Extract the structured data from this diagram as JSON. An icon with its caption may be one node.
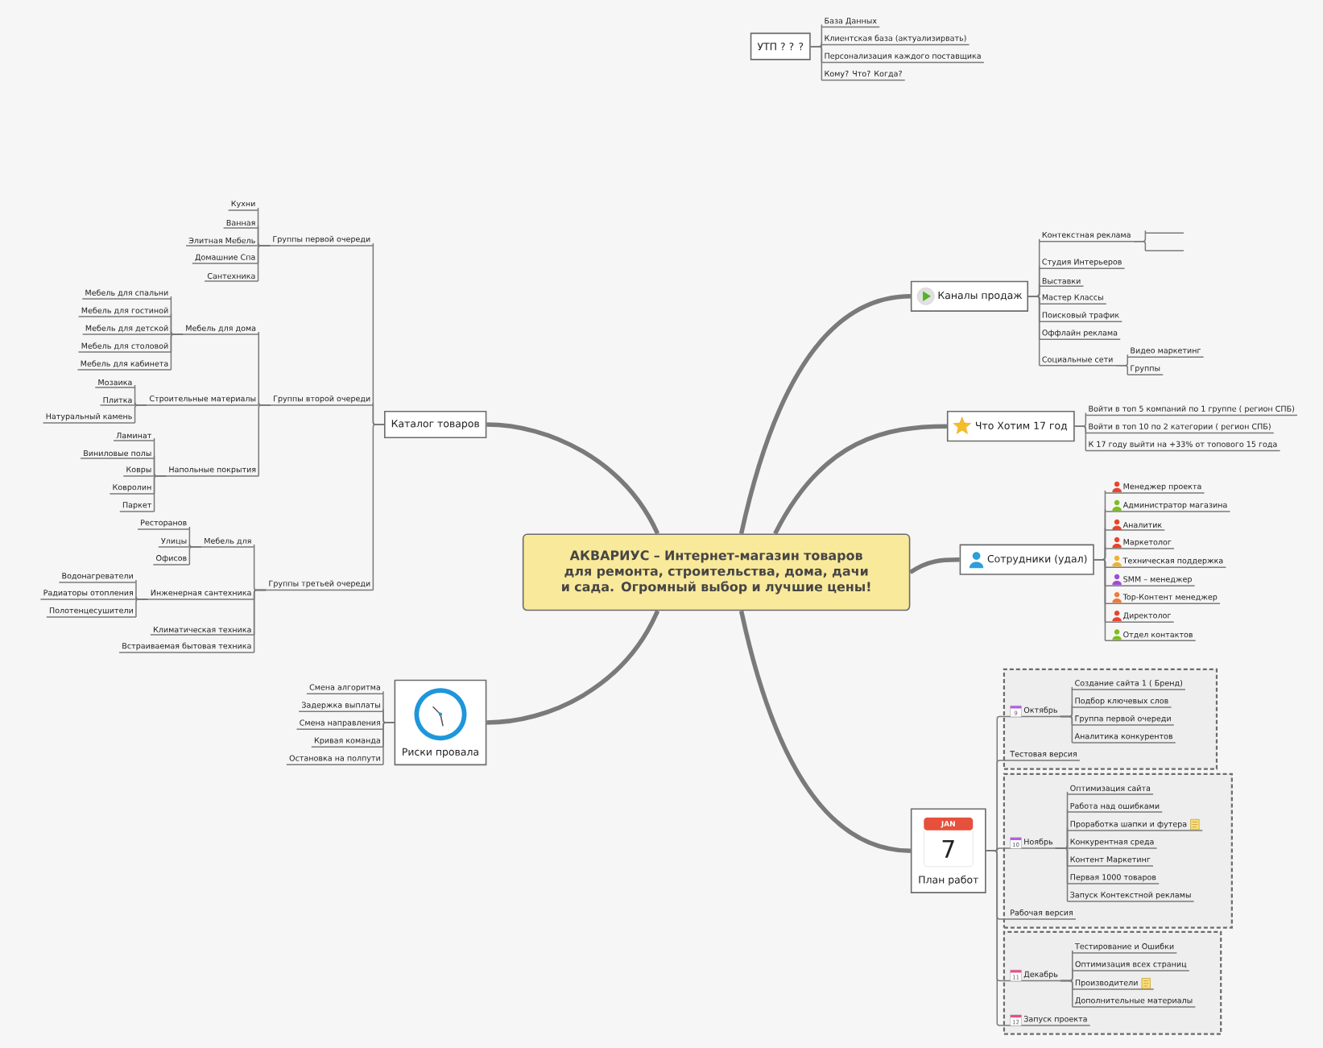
{
  "diagram": {
    "nodes": [
      {
        "text": [
          "АКВАРИУС – Интернет-магазин товаров для ремонта, строительства, дома, дачи и сада. Огромный выбор и лучшие цены!"
        ]
      },
      {
        "text": [
          "УТП ? ? ?"
        ]
      },
      {
        "text": [
          "База Данных"
        ]
      },
      {
        "text": [
          "Клиентская база (актуализирвать)"
        ]
      },
      {
        "text": [
          "Персонализация каждого поставщика"
        ]
      },
      {
        "text": [
          "Кому? Что? Когда?"
        ]
      },
      {
        "text": [
          "Каталог товаров"
        ]
      },
      {
        "text": [
          "Группы первой очереди"
        ]
      },
      {
        "text": [
          "Кухни"
        ]
      },
      {
        "text": [
          "Ванная"
        ]
      },
      {
        "text": [
          "Элитная Мебель"
        ]
      },
      {
        "text": [
          "Домашние Спа"
        ]
      },
      {
        "text": [
          "Сантехника"
        ]
      },
      {
        "text": [
          "Группы второй очереди"
        ]
      },
      {
        "text": [
          "Мебель для дома"
        ]
      },
      {
        "text": [
          "Мебель для спальни"
        ]
      },
      {
        "text": [
          "Мебель для гостиной"
        ]
      },
      {
        "text": [
          "Мебель для детской"
        ]
      },
      {
        "text": [
          "Мебель для столовой"
        ]
      },
      {
        "text": [
          "Мебель для кабинета"
        ]
      },
      {
        "text": [
          "Строительные материалы"
        ]
      },
      {
        "text": [
          "Мозаика"
        ]
      },
      {
        "text": [
          "Плитка"
        ]
      },
      {
        "text": [
          "Натуральный камень"
        ]
      },
      {
        "text": [
          "Напольные покрытия"
        ]
      },
      {
        "text": [
          "Ламинат"
        ]
      },
      {
        "text": [
          "Виниловые полы"
        ]
      },
      {
        "text": [
          "Ковры"
        ]
      },
      {
        "text": [
          "Ковролин"
        ]
      },
      {
        "text": [
          "Паркет"
        ]
      },
      {
        "text": [
          "Группы третьей очереди"
        ]
      },
      {
        "text": [
          "Мебель для"
        ]
      },
      {
        "text": [
          "Ресторанов"
        ]
      },
      {
        "text": [
          "Улицы"
        ]
      },
      {
        "text": [
          "Офисов"
        ]
      },
      {
        "text": [
          "Инженерная сантехника"
        ]
      },
      {
        "text": [
          "Водонагреватели"
        ]
      },
      {
        "text": [
          "Радиаторы отопления"
        ]
      },
      {
        "text": [
          "Полотенцесушители"
        ]
      },
      {
        "text": [
          "Климатическая техника"
        ]
      },
      {
        "text": [
          "Встраиваемая бытовая техника"
        ]
      },
      {
        "text": [
          "Риски провала"
        ]
      },
      {
        "text": [
          "Смена алгоритма"
        ]
      },
      {
        "text": [
          "Задержка выплаты"
        ]
      },
      {
        "text": [
          "Смена направления"
        ]
      },
      {
        "text": [
          "Кривая команда"
        ]
      },
      {
        "text": [
          "Остановка на полпути"
        ]
      },
      {
        "text": [
          "Каналы продаж"
        ]
      },
      {
        "text": [
          "Контекстная реклама"
        ]
      },
      {
        "text": [],
        "shape": "line"
      },
      {
        "text": [],
        "shape": "line"
      },
      {
        "text": [
          "Студия Интерьеров"
        ]
      },
      {
        "text": [
          "Выставки"
        ]
      },
      {
        "text": [
          "Мастер Классы"
        ]
      },
      {
        "text": [
          "Поисковый трафик"
        ]
      },
      {
        "text": [
          "Оффлайн реклама"
        ]
      },
      {
        "text": [
          "Социальные сети"
        ]
      },
      {
        "text": [
          "Видео маркетинг"
        ]
      },
      {
        "text": [
          "Группы"
        ]
      },
      {
        "text": [
          "Что Хотим 17 год"
        ]
      },
      {
        "text": [
          "Войти в топ 5 компаний по 1 группе ( регион СПБ)"
        ]
      },
      {
        "text": [
          "Войти в топ 10 по 2 категории ( регион СПБ)"
        ]
      },
      {
        "text": [
          "К 17 году выйти на +33% от топового 15 года"
        ]
      },
      {
        "text": [
          "Сотрудники (удал)"
        ]
      },
      {
        "text": [
          "Менеджер проекта"
        ]
      },
      {
        "text": [
          "Администратор магазина"
        ]
      },
      {
        "text": [
          "Аналитик"
        ]
      },
      {
        "text": [
          "Маркетолог"
        ]
      },
      {
        "text": [
          "Техническая поддержка"
        ]
      },
      {
        "text": [
          "SMM – менеджер"
        ]
      },
      {
        "text": [
          "Top-Контент менеджер"
        ]
      },
      {
        "text": [
          "Директолог"
        ]
      },
      {
        "text": [
          "Отдел контактов"
        ]
      },
      {
        "text": [
          "JAN",
          "7",
          "План работ"
        ]
      },
      {
        "text": [],
        "shape": "box"
      },
      {
        "text": [
          "9",
          "Октябрь"
        ],
        "in": 74
      },
      {
        "text": [
          "Создание сайта 1 ( Бренд)"
        ],
        "in": 74
      },
      {
        "text": [
          "Подбор ключевых слов"
        ],
        "in": 74
      },
      {
        "text": [
          "Группа первой очереди"
        ],
        "in": 74
      },
      {
        "text": [
          "Аналитика конкурентов"
        ],
        "in": 74
      },
      {
        "text": [
          "Тестовая версия"
        ],
        "in": 74
      },
      {
        "text": [],
        "shape": "box"
      },
      {
        "text": [
          "10",
          "Ноябрь"
        ],
        "in": 81
      },
      {
        "text": [
          "Оптимизация сайта"
        ],
        "in": 81
      },
      {
        "text": [
          "Работа над ошибками"
        ],
        "in": 81
      },
      {
        "text": [
          "Проработка шапки и футера"
        ],
        "in": 81
      },
      {
        "text": [
          "Конкурентная среда"
        ],
        "in": 81
      },
      {
        "text": [
          "Контент Маркетинг"
        ],
        "in": 81
      },
      {
        "text": [
          "Первая 1000 товаров"
        ],
        "in": 81
      },
      {
        "text": [
          "Запуск Контекстной рекламы"
        ],
        "in": 81
      },
      {
        "text": [
          "Рабочая версия"
        ],
        "in": 81
      },
      {
        "text": [],
        "shape": "box"
      },
      {
        "text": [
          "11",
          "Декабрь"
        ],
        "in": 91
      },
      {
        "text": [
          "Тестирование и Ошибки"
        ],
        "in": 91
      },
      {
        "text": [
          "Оптимизация всех страниц"
        ],
        "in": 91
      },
      {
        "text": [
          "Производители"
        ],
        "in": 91
      },
      {
        "text": [
          "Дополнительные материалы"
        ],
        "in": 91
      },
      {
        "text": [
          "12",
          "Запуск проекта"
        ],
        "in": 91
      }
    ],
    "edges": [
      {
        "from": 0,
        "to": 6,
        "arrow": "none",
        "style": "thick"
      },
      {
        "from": 0,
        "to": 41,
        "arrow": "none",
        "style": "thick"
      },
      {
        "from": 0,
        "to": 47,
        "arrow": "none",
        "style": "thick"
      },
      {
        "from": 0,
        "to": 59,
        "arrow": "none",
        "style": "thick"
      },
      {
        "from": 0,
        "to": 63,
        "arrow": "none",
        "style": "thick"
      },
      {
        "from": 0,
        "to": 73,
        "arrow": "none",
        "style": "thick"
      },
      {
        "from": 1,
        "to": 2,
        "arrow": "none"
      },
      {
        "from": 1,
        "to": 3,
        "arrow": "none"
      },
      {
        "from": 1,
        "to": 4,
        "arrow": "none"
      },
      {
        "from": 1,
        "to": 5,
        "arrow": "none"
      },
      {
        "from": 6,
        "to": 7,
        "arrow": "none"
      },
      {
        "from": 6,
        "to": 13,
        "arrow": "none"
      },
      {
        "from": 6,
        "to": 30,
        "arrow": "none"
      },
      {
        "from": 7,
        "to": 8,
        "arrow": "none"
      },
      {
        "from": 7,
        "to": 9,
        "arrow": "none"
      },
      {
        "from": 7,
        "to": 10,
        "arrow": "none"
      },
      {
        "from": 7,
        "to": 11,
        "arrow": "none"
      },
      {
        "from": 7,
        "to": 12,
        "arrow": "none"
      },
      {
        "from": 13,
        "to": 14,
        "arrow": "none"
      },
      {
        "from": 13,
        "to": 20,
        "arrow": "none"
      },
      {
        "from": 13,
        "to": 24,
        "arrow": "none"
      },
      {
        "from": 14,
        "to": 15,
        "arrow": "none"
      },
      {
        "from": 14,
        "to": 16,
        "arrow": "none"
      },
      {
        "from": 14,
        "to": 17,
        "arrow": "none"
      },
      {
        "from": 14,
        "to": 18,
        "arrow": "none"
      },
      {
        "from": 14,
        "to": 19,
        "arrow": "none"
      },
      {
        "from": 20,
        "to": 21,
        "arrow": "none"
      },
      {
        "from": 20,
        "to": 22,
        "arrow": "none"
      },
      {
        "from": 20,
        "to": 23,
        "arrow": "none"
      },
      {
        "from": 24,
        "to": 25,
        "arrow": "none"
      },
      {
        "from": 24,
        "to": 26,
        "arrow": "none"
      },
      {
        "from": 24,
        "to": 27,
        "arrow": "none"
      },
      {
        "from": 24,
        "to": 28,
        "arrow": "none"
      },
      {
        "from": 24,
        "to": 29,
        "arrow": "none"
      },
      {
        "from": 30,
        "to": 31,
        "arrow": "none"
      },
      {
        "from": 30,
        "to": 35,
        "arrow": "none"
      },
      {
        "from": 30,
        "to": 39,
        "arrow": "none"
      },
      {
        "from": 30,
        "to": 40,
        "arrow": "none"
      },
      {
        "from": 31,
        "to": 32,
        "arrow": "none"
      },
      {
        "from": 31,
        "to": 33,
        "arrow": "none"
      },
      {
        "from": 31,
        "to": 34,
        "arrow": "none"
      },
      {
        "from": 35,
        "to": 36,
        "arrow": "none"
      },
      {
        "from": 35,
        "to": 37,
        "arrow": "none"
      },
      {
        "from": 35,
        "to": 38,
        "arrow": "none"
      },
      {
        "from": 41,
        "to": 42,
        "arrow": "none"
      },
      {
        "from": 41,
        "to": 43,
        "arrow": "none"
      },
      {
        "from": 41,
        "to": 44,
        "arrow": "none"
      },
      {
        "from": 41,
        "to": 45,
        "arrow": "none"
      },
      {
        "from": 41,
        "to": 46,
        "arrow": "none"
      },
      {
        "from": 47,
        "to": 48,
        "arrow": "none"
      },
      {
        "from": 48,
        "to": 49,
        "arrow": "none"
      },
      {
        "from": 48,
        "to": 50,
        "arrow": "none"
      },
      {
        "from": 47,
        "to": 51,
        "arrow": "none"
      },
      {
        "from": 47,
        "to": 52,
        "arrow": "none"
      },
      {
        "from": 47,
        "to": 53,
        "arrow": "none"
      },
      {
        "from": 47,
        "to": 54,
        "arrow": "none"
      },
      {
        "from": 47,
        "to": 55,
        "arrow": "none"
      },
      {
        "from": 47,
        "to": 56,
        "arrow": "none"
      },
      {
        "from": 56,
        "to": 57,
        "arrow": "none"
      },
      {
        "from": 56,
        "to": 58,
        "arrow": "none"
      },
      {
        "from": 59,
        "to": 60,
        "arrow": "none"
      },
      {
        "from": 59,
        "to": 61,
        "arrow": "none"
      },
      {
        "from": 59,
        "to": 62,
        "arrow": "none"
      },
      {
        "from": 63,
        "to": 64,
        "arrow": "none"
      },
      {
        "from": 63,
        "to": 65,
        "arrow": "none"
      },
      {
        "from": 63,
        "to": 66,
        "arrow": "none"
      },
      {
        "from": 63,
        "to": 67,
        "arrow": "none"
      },
      {
        "from": 63,
        "to": 68,
        "arrow": "none"
      },
      {
        "from": 63,
        "to": 69,
        "arrow": "none"
      },
      {
        "from": 63,
        "to": 70,
        "arrow": "none"
      },
      {
        "from": 63,
        "to": 71,
        "arrow": "none"
      },
      {
        "from": 63,
        "to": 72,
        "arrow": "none"
      },
      {
        "from": 73,
        "to": 75,
        "arrow": "none"
      },
      {
        "from": 73,
        "to": 80,
        "arrow": "none"
      },
      {
        "from": 73,
        "to": 82,
        "arrow": "none"
      },
      {
        "from": 73,
        "to": 90,
        "arrow": "none"
      },
      {
        "from": 73,
        "to": 92,
        "arrow": "none"
      },
      {
        "from": 73,
        "to": 97,
        "arrow": "none"
      },
      {
        "from": 75,
        "to": 76,
        "arrow": "none"
      },
      {
        "from": 75,
        "to": 77,
        "arrow": "none"
      },
      {
        "from": 75,
        "to": 78,
        "arrow": "none"
      },
      {
        "from": 75,
        "to": 79,
        "arrow": "none"
      },
      {
        "from": 82,
        "to": 83,
        "arrow": "none"
      },
      {
        "from": 82,
        "to": 84,
        "arrow": "none"
      },
      {
        "from": 82,
        "to": 85,
        "arrow": "none"
      },
      {
        "from": 82,
        "to": 86,
        "arrow": "none"
      },
      {
        "from": 82,
        "to": 87,
        "arrow": "none"
      },
      {
        "from": 82,
        "to": 88,
        "arrow": "none"
      },
      {
        "from": 82,
        "to": 89,
        "arrow": "none"
      },
      {
        "from": 92,
        "to": 93,
        "arrow": "none"
      },
      {
        "from": 92,
        "to": 94,
        "arrow": "none"
      },
      {
        "from": 92,
        "to": 95,
        "arrow": "none"
      },
      {
        "from": 92,
        "to": 96,
        "arrow": "none"
      }
    ]
  }
}
